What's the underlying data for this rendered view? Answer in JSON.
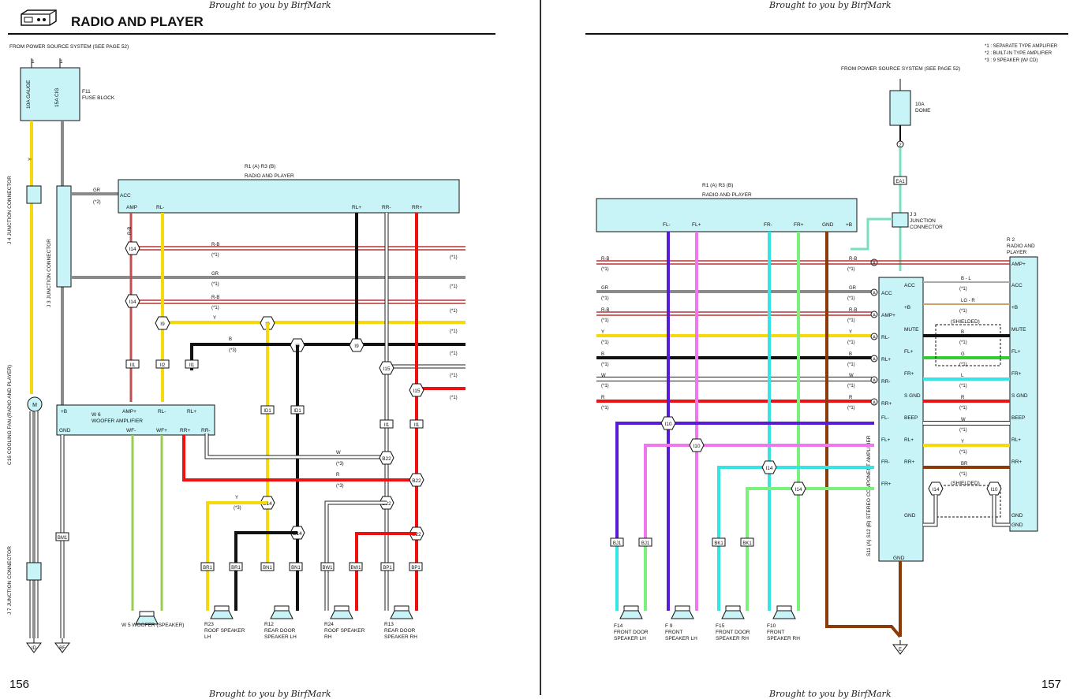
{
  "header_left": "Brought to you by BirfMark",
  "header_right": "Brought to you by BirfMark",
  "footer_left": "Brought to you by BirfMark",
  "footer_right": "Brought to you by BirfMark",
  "title": "RADIO AND PLAYER",
  "page_left": "156",
  "page_right": "157",
  "left": {
    "power_note": "FROM POWER SOURCE SYSTEM (SEE PAGE 52)",
    "fuse1": "10A GAUGE",
    "fuse2": "15A CIG",
    "fuse_block": [
      "F11",
      "FUSE BLOCK"
    ],
    "radio_header": [
      "R1 (A) R3 (B)",
      "RADIO AND PLAYER"
    ],
    "radio_pins": [
      "ACC",
      "AMP",
      "RL-",
      "RL+",
      "RR-",
      "RR+"
    ],
    "j4": "J 4 JUNCTION CONNECTOR",
    "j3": "J 3 JUNCTION CONNECTOR",
    "j7": "J 7 JUNCTION CONNECTOR",
    "fan": "C16 COOLING FAN (RADIO AND PLAYER)",
    "amp_title": [
      "W 6",
      "WOOFER AMPLIFIER"
    ],
    "amp_pins": [
      "+B",
      "AMP+",
      "RL-",
      "RL+",
      "GND",
      "WF-",
      "WF+",
      "RR+",
      "RR-"
    ],
    "woofer": "W 5 WOOFER (SPEAKER)",
    "speakers": [
      [
        "R23",
        "ROOF SPEAKER",
        "LH"
      ],
      [
        "R12",
        "REAR DOOR",
        "SPEAKER LH"
      ],
      [
        "R24",
        "ROOF SPEAKER",
        "RH"
      ],
      [
        "R13",
        "REAR DOOR",
        "SPEAKER RH"
      ]
    ],
    "grounds": [
      "ID",
      "BF"
    ],
    "note1": "(*1)",
    "note2": "(*2)",
    "note3": "(*3)"
  },
  "right": {
    "legend": [
      "*1 : SEPARATE TYPE AMPLIFIER",
      "*2 : BUILT-IN TYPE AMPLIFIER",
      "*3 : 9 SPEAKER (W/ CD)"
    ],
    "power_note": "FROM POWER SOURCE SYSTEM (SEE PAGE 52)",
    "fuse": [
      "10A",
      "DOME"
    ],
    "radio_header": [
      "R1 (A) R3 (B)",
      "RADIO AND PLAYER"
    ],
    "radio_pins": [
      "FL-",
      "FL+",
      "FR-",
      "FR+",
      "GND",
      "+B"
    ],
    "j3": [
      "J 3",
      "JUNCTION",
      "CONNECTOR"
    ],
    "r2": [
      "R 2",
      "RADIO AND",
      "PLAYER"
    ],
    "r2_pins": [
      "AMP+",
      "ACC",
      "+B",
      "MUTE",
      "FL+",
      "FR+",
      "S GND",
      "BEEP",
      "RL+",
      "RR+",
      "GND"
    ],
    "amp_left_pins": [
      "ACC",
      "AMP+",
      "RL-",
      "RL+",
      "RR-",
      "RR+",
      "FL-",
      "FL+",
      "FR-",
      "FR+"
    ],
    "amp_right_pins": [
      "ACC",
      "+B",
      "MUTE",
      "FL+",
      "FR+",
      "S GND",
      "BEEP",
      "RL+",
      "RR+",
      "GND"
    ],
    "amp_label": "S11 (A) S12 (B) STEREO COMPONENT AMPLIFIER",
    "shielded": "(SHIELDED)",
    "speakers": [
      [
        "F14",
        "FRONT DOOR",
        "SPEAKER LH"
      ],
      [
        "F 9",
        "FRONT",
        "SPEAKER LH"
      ],
      [
        "F15",
        "FRONT DOOR",
        "SPEAKER RH"
      ],
      [
        "F10",
        "FRONT",
        "SPEAKER RH"
      ]
    ],
    "ground": "E"
  },
  "colors": {
    "Y": "#f5d90a",
    "GR": "#8a8a8a",
    "B": "#111111",
    "W": "#ffffff",
    "R": "#ee1111",
    "V": "#5a1bd6",
    "P": "#ee77ee",
    "L": "#33e5e5",
    "LG": "#7cf07c",
    "BR": "#8b3a0a",
    "G": "#33cc33",
    "BOX": "#c9f4f7"
  }
}
